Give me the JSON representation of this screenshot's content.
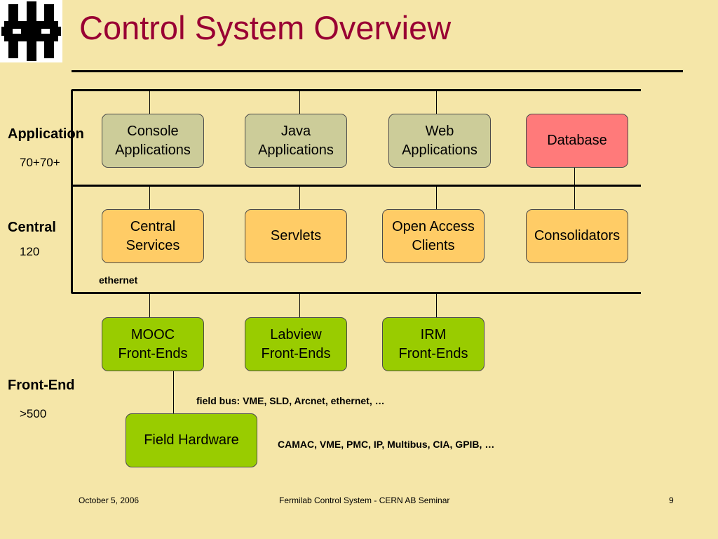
{
  "title": "Control System Overview",
  "tiers": {
    "application": {
      "label": "Application",
      "count": "70+70+"
    },
    "central": {
      "label": "Central",
      "count": "120"
    },
    "frontend": {
      "label": "Front-End",
      "count": ">500"
    }
  },
  "application_boxes": [
    {
      "text": "Console\nApplications",
      "color": "#CCCC99"
    },
    {
      "text": "Java\nApplications",
      "color": "#CCCC99"
    },
    {
      "text": "Web\nApplications",
      "color": "#CCCC99"
    },
    {
      "text": "Database",
      "color": "#FF7A7A"
    }
  ],
  "central_boxes": [
    {
      "text": "Central\nServices",
      "color": "#FFCC66"
    },
    {
      "text": "Servlets",
      "color": "#FFCC66"
    },
    {
      "text": "Open Access\nClients",
      "color": "#FFCC66"
    },
    {
      "text": "Consolidators",
      "color": "#FFCC66"
    }
  ],
  "frontend_boxes": [
    {
      "text": "MOOC\nFront-Ends",
      "color": "#99CC00"
    },
    {
      "text": "Labview\nFront-Ends",
      "color": "#99CC00"
    },
    {
      "text": "IRM\nFront-Ends",
      "color": "#99CC00"
    }
  ],
  "field_hardware": {
    "text": "Field Hardware",
    "color": "#99CC00"
  },
  "notes": {
    "ethernet": "ethernet",
    "field_bus": "field bus: VME, SLD, Arcnet, ethernet, …",
    "hardware_buses": "CAMAC, VME, PMC, IP, Multibus, CIA, GPIB, …"
  },
  "footer": {
    "date": "October 5, 2006",
    "center": "Fermilab Control System - CERN AB Seminar",
    "page": "9"
  },
  "colors": {
    "background": "#F5E6A8",
    "title": "#990033"
  },
  "logo": {
    "icon": "fermilab-logo"
  }
}
